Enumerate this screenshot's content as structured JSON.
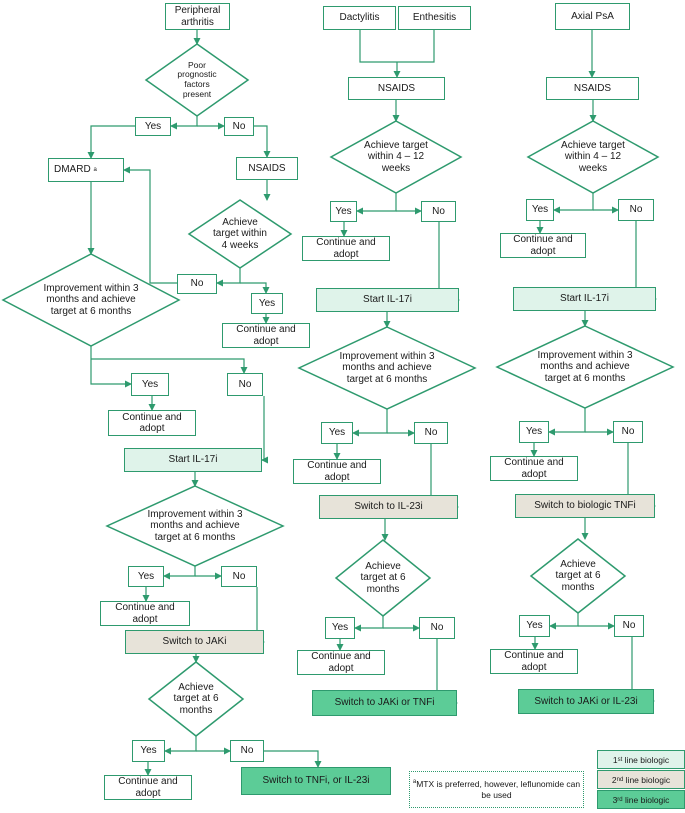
{
  "colors": {
    "line": "#2e9a6e",
    "first_line": "#dff3ea",
    "second_line": "#e7e3d9",
    "third_line": "#5ccc97"
  },
  "col1": {
    "peripheral": "Peripheral arthritis",
    "poor_prognostic": "Poor prognostic factors present",
    "yes1": "Yes",
    "no1": "No",
    "dmard": "DMARD",
    "dmard_sup": "a",
    "nsaids": "NSAIDS",
    "achieve_4weeks": "Achieve target within 4 weeks",
    "no2": "No",
    "yes2": "Yes",
    "continue1": "Continue and adopt",
    "improve1": "Improvement within 3 months and achieve target at 6 months",
    "yes3": "Yes",
    "no3": "No",
    "continue2": "Continue and adopt",
    "start_il17": "Start IL-17i",
    "improve2": "Improvement within 3 months and achieve target at 6 months",
    "yes4": "Yes",
    "no4": "No",
    "continue3": "Continue and adopt",
    "switch_jaki": "Switch to JAKi",
    "achieve6": "Achieve target at 6 months",
    "yes5": "Yes",
    "no5": "No",
    "continue4": "Continue and adopt",
    "switch_tnfi_il23": "Switch to TNFi, or IL-23i"
  },
  "col2": {
    "dactylitis": "Dactylitis",
    "enthesitis": "Enthesitis",
    "nsaids": "NSAIDS",
    "achieve_12": "Achieve target within 4 – 12 weeks",
    "yes1": "Yes",
    "no1": "No",
    "continue1": "Continue and adopt",
    "start_il17": "Start IL-17i",
    "improve": "Improvement within 3 months and achieve target at 6 months",
    "yes2": "Yes",
    "no2": "No",
    "continue2": "Continue and adopt",
    "switch_il23": "Switch to IL-23i",
    "achieve6": "Achieve target at 6 months",
    "yes3": "Yes",
    "no3": "No",
    "continue3": "Continue and adopt",
    "switch_jaki_tnfi": "Switch to JAKi or TNFi"
  },
  "col3": {
    "axial": "Axial PsA",
    "nsaids": "NSAIDS",
    "achieve_12": "Achieve target within 4 – 12 weeks",
    "yes1": "Yes",
    "no1": "No",
    "continue1": "Continue and adopt",
    "start_il17": "Start IL-17i",
    "improve": "Improvement within 3 months and achieve target at 6 months",
    "yes2": "Yes",
    "no2": "No",
    "continue2": "Continue and adopt",
    "switch_tnfi": "Switch to biologic TNFi",
    "achieve6": "Achieve target at 6 months",
    "yes3": "Yes",
    "no3": "No",
    "continue3": "Continue and adopt",
    "switch_jaki_il23": "Switch to JAKi or IL-23i"
  },
  "footnote": {
    "marker": "a",
    "text": "MTX is preferred, however, leflunomide can be used"
  },
  "legend": {
    "first_num": "1",
    "first_sup": "st",
    "first_text": " line biologic",
    "second_num": "2",
    "second_sup": "nd",
    "second_text": " line biologic",
    "third_num": "3",
    "third_sup": "rd",
    "third_text": " line biologic"
  }
}
